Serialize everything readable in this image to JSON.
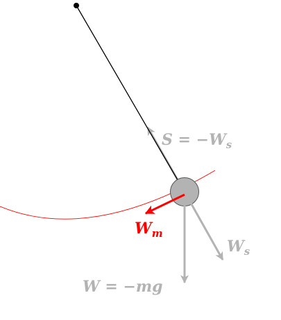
{
  "labels": {
    "support_force": {
      "lhs": "S",
      "eq": " = −",
      "rhs": "W",
      "sub": "s"
    },
    "motion_component": {
      "main": "W",
      "sub": "m"
    },
    "string_component": {
      "main": "W",
      "sub": "s"
    },
    "weight": {
      "lhs": "W",
      "eq": " = −",
      "rhs": "mg"
    }
  },
  "colors": {
    "pendulum_line": "#000000",
    "pivot": "#000000",
    "bob_fill": "#b3b3b3",
    "bob_stroke": "#555555",
    "arc": "#ff0000",
    "motion_force": "#ff0000",
    "force_vectors": "#b3b3b3"
  }
}
